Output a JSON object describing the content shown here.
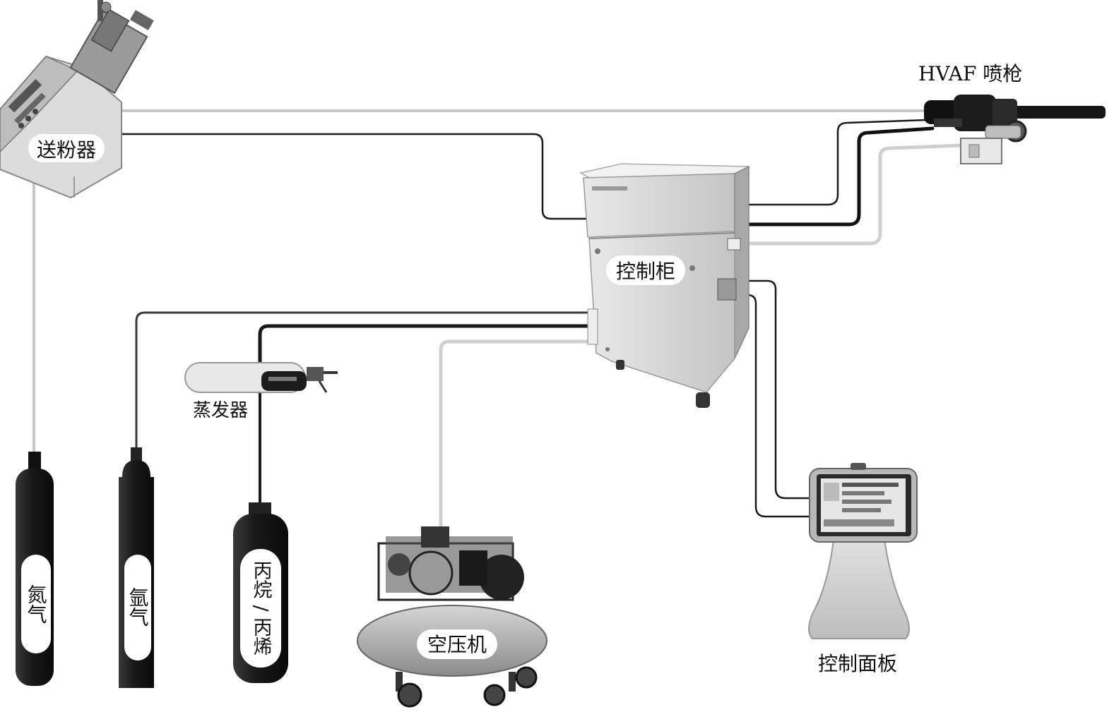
{
  "diagram": {
    "labels": {
      "hvaf_gun": "HVAF 喷枪",
      "powder_feeder": "送粉器",
      "control_cabinet": "控制柜",
      "evaporator": "蒸发器",
      "nitrogen": "氮气",
      "argon": "氩气",
      "propane": "丙烷 / 丙烯",
      "air_compressor": "空压机",
      "control_panel": "控制面板"
    }
  },
  "colors": {
    "line_light": "#c8c8c8",
    "line_dark": "#1a1a1a",
    "equipment_light": "#d9d9d9",
    "equipment_dark": "#222222"
  }
}
